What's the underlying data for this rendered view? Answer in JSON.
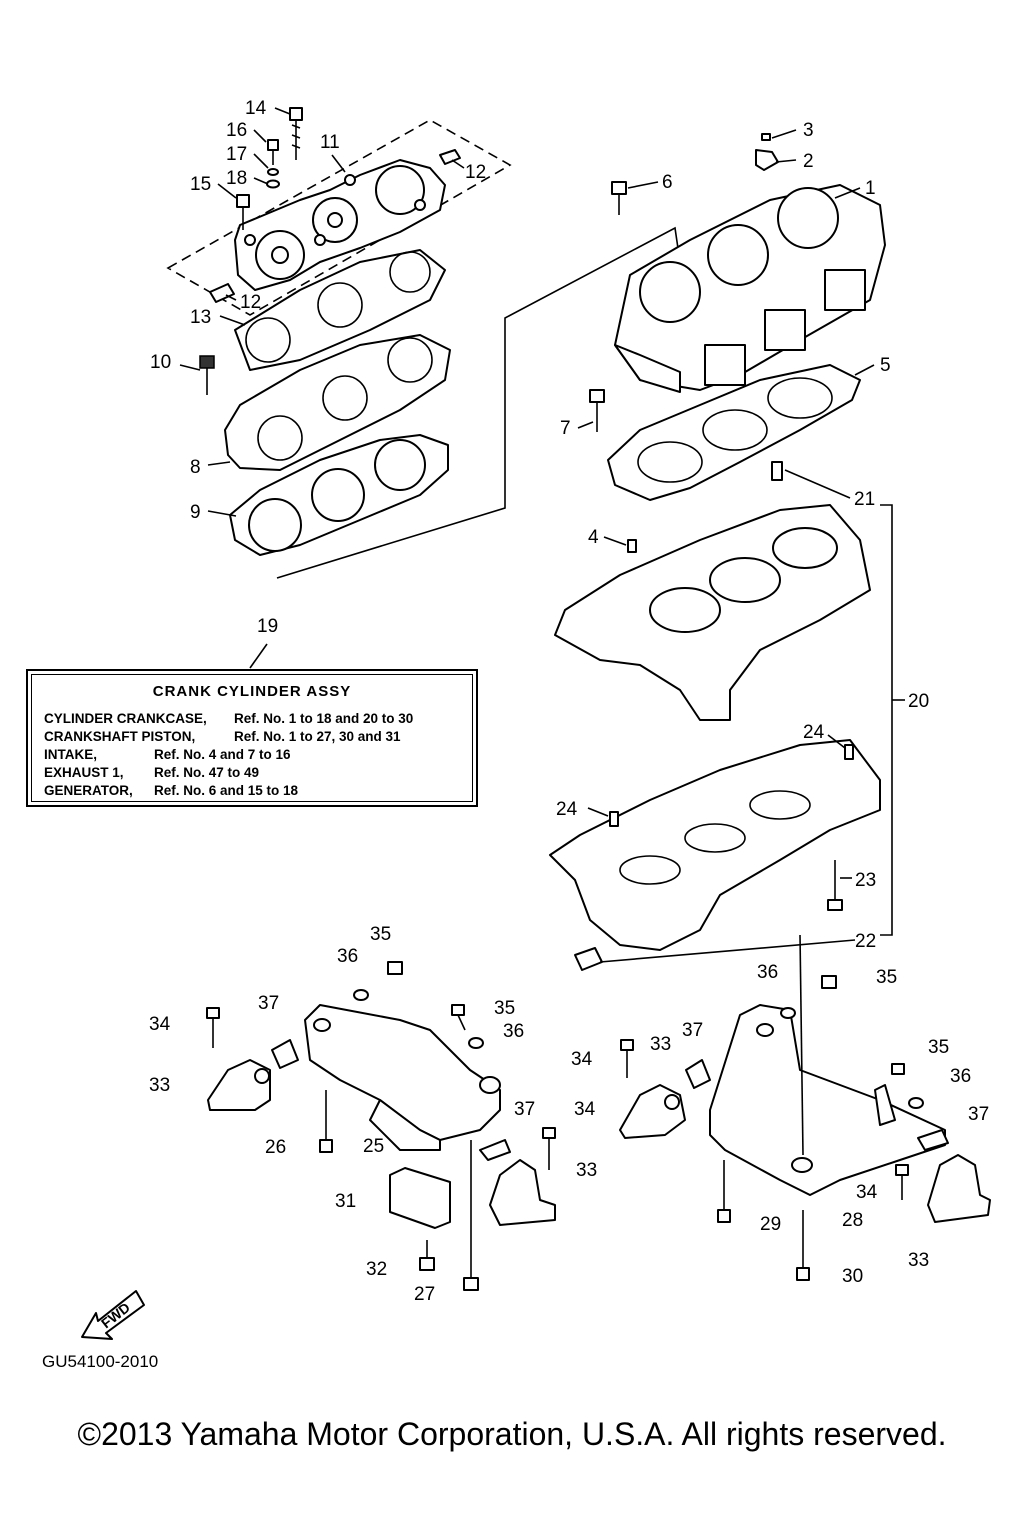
{
  "diagram": {
    "callouts": [
      "1",
      "2",
      "3",
      "4",
      "5",
      "6",
      "7",
      "8",
      "9",
      "10",
      "11",
      "12",
      "12",
      "13",
      "14",
      "15",
      "16",
      "17",
      "18",
      "19",
      "20",
      "21",
      "22",
      "23",
      "24",
      "24",
      "25",
      "26",
      "27",
      "28",
      "29",
      "30",
      "31",
      "32",
      "33",
      "33",
      "33",
      "34",
      "34",
      "34",
      "35",
      "35",
      "35",
      "36",
      "36",
      "36",
      "37",
      "37",
      "37"
    ],
    "fwd_label": "FWD"
  },
  "assy_box": {
    "title": "CRANK CYLINDER ASSY",
    "rows": [
      {
        "name": "CYLINDER CRANKCASE,",
        "ref": "Ref. No. 1 to 18 and 20 to 30"
      },
      {
        "name": "CRANKSHAFT PISTON,",
        "ref": "Ref. No. 1 to 27, 30 and 31"
      },
      {
        "name": "INTAKE,",
        "ref": "Ref. No. 4 and 7 to 16"
      },
      {
        "name": "EXHAUST 1,",
        "ref": "Ref. No. 47 to 49"
      },
      {
        "name": "GENERATOR,",
        "ref": "Ref. No. 6 and 15 to 18"
      }
    ]
  },
  "figure_code": "GU54100-2010",
  "copyright": "©2013 Yamaha Motor Corporation, U.S.A. All rights reserved."
}
